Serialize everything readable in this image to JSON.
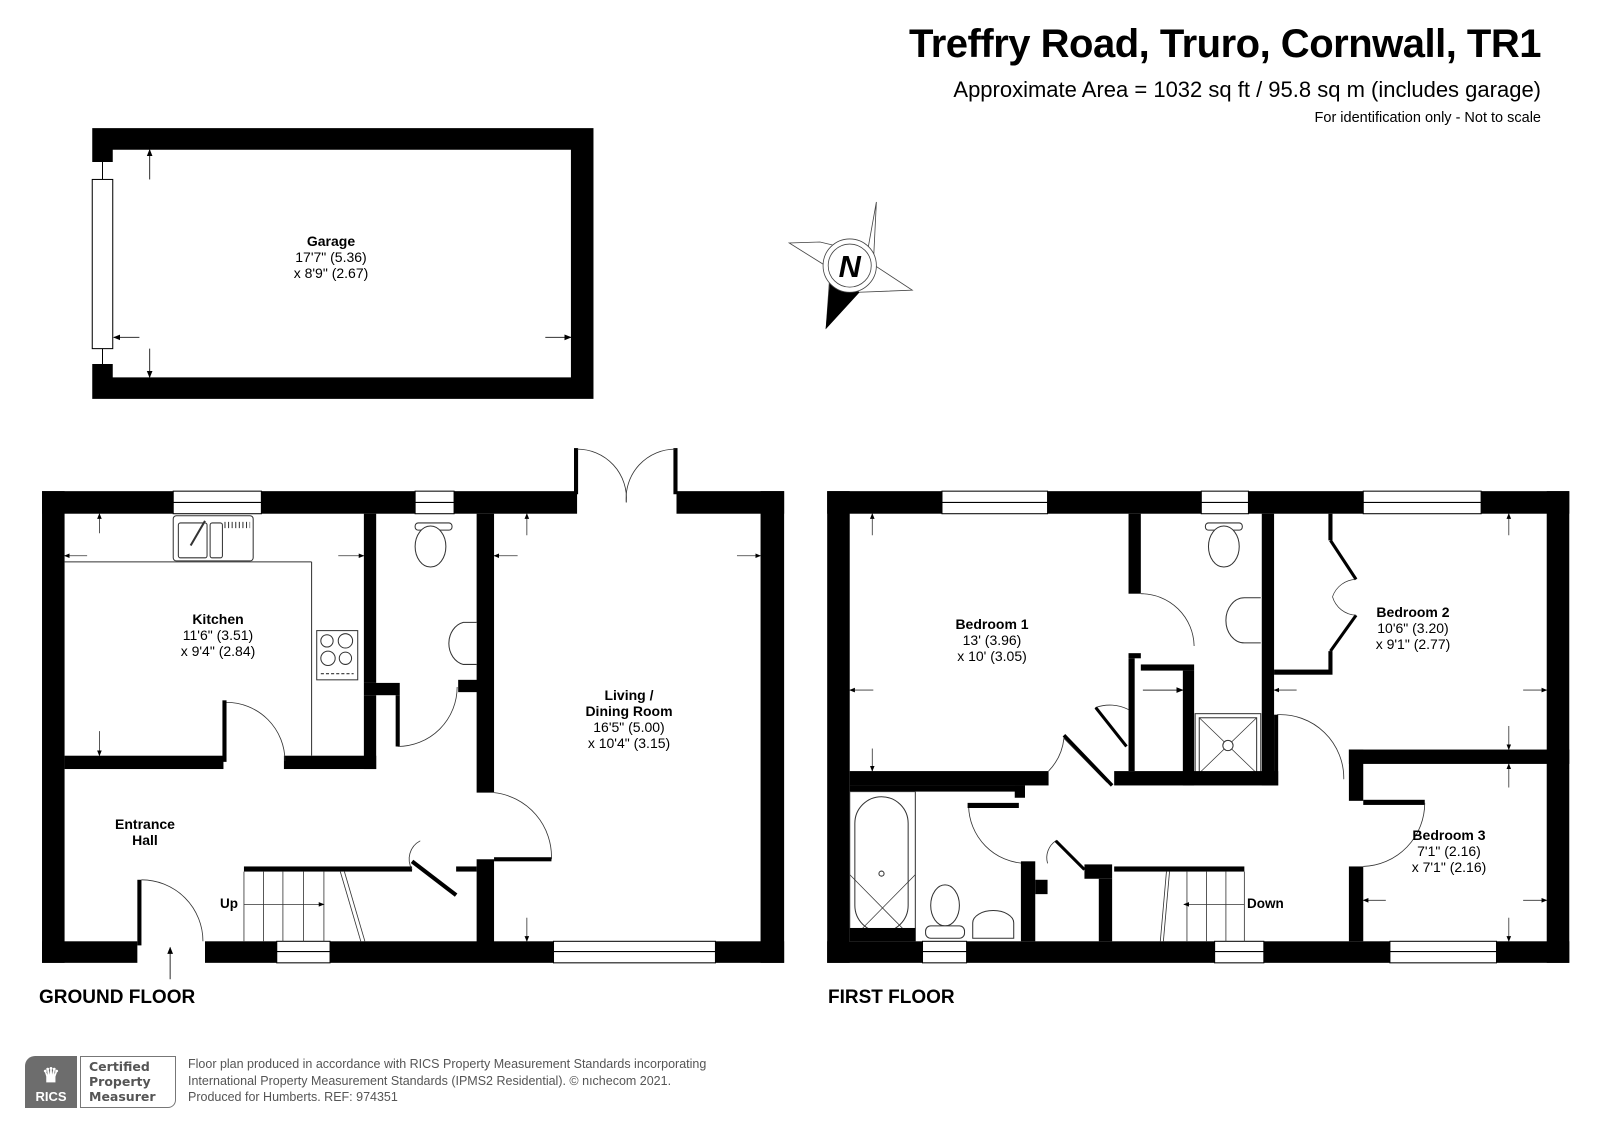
{
  "header": {
    "title": "Treffry Road, Truro, Cornwall, TR1",
    "area": "Approximate Area = 1032 sq ft / 95.8 sq m (includes garage)",
    "note": "For identification only - Not to scale"
  },
  "compass": {
    "label": "N",
    "icon": "north-compass-icon"
  },
  "garage": {
    "name": "Garage",
    "dim1": "17'7\" (5.36)",
    "dim2": "x 8'9\" (2.67)"
  },
  "ground_floor": {
    "label": "GROUND FLOOR",
    "rooms": [
      {
        "name": "Kitchen",
        "dim1": "11'6\" (3.51)",
        "dim2": "x 9'4\" (2.84)"
      },
      {
        "name": "Living /",
        "name2": "Dining Room",
        "dim1": "16'5\" (5.00)",
        "dim2": "x 10'4\" (3.15)"
      },
      {
        "name": "Entrance",
        "name2": "Hall"
      }
    ],
    "stairs_label": "Up"
  },
  "first_floor": {
    "label": "FIRST FLOOR",
    "rooms": [
      {
        "name": "Bedroom 1",
        "dim1": "13' (3.96)",
        "dim2": "x 10' (3.05)"
      },
      {
        "name": "Bedroom 2",
        "dim1": "10'6\" (3.20)",
        "dim2": "x 9'1\" (2.77)"
      },
      {
        "name": "Bedroom 3",
        "dim1": "7'1\" (2.16)",
        "dim2": "x 7'1\" (2.16)"
      }
    ],
    "stairs_label": "Down"
  },
  "footer": {
    "rics_logo": "RICS",
    "badge_line1": "Certified",
    "badge_line2": "Property",
    "badge_line3": "Measurer",
    "line1": "Floor plan produced in accordance with RICS Property Measurement Standards incorporating",
    "line2": "International Property Measurement Standards (IPMS2 Residential).   © nıchecom 2021.",
    "line3": "Produced for Humberts.   REF:  974351"
  },
  "colors": {
    "wall": "#000000",
    "line": "#333333",
    "footer_gray": "#6d6d6d"
  }
}
